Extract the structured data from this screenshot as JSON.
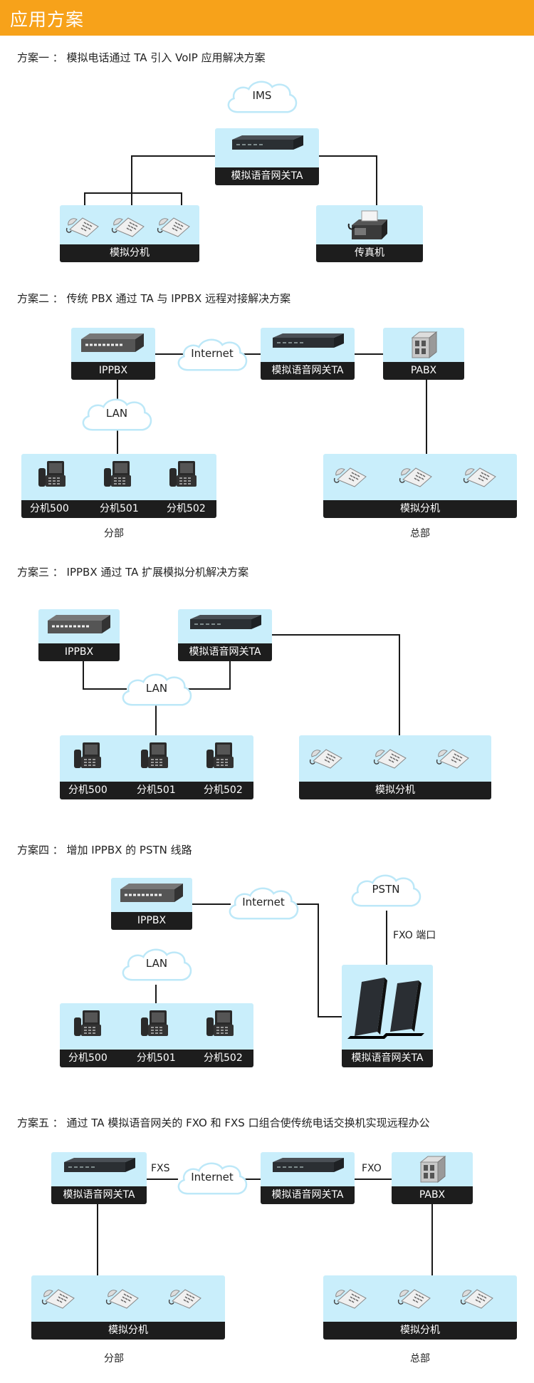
{
  "header": {
    "title": "应用方案"
  },
  "scheme1": {
    "title": "方案一 ： 模拟电话通过 TA 引入 VoIP 应用解决方案",
    "cloud": "IMS",
    "gateway": "模拟语音网关TA",
    "phones": "模拟分机",
    "fax": "传真机"
  },
  "scheme2": {
    "title": "方案二 ： 传统 PBX 通过 TA 与 IPPBX 远程对接解决方案",
    "ippbx": "IPPBX",
    "internet": "Internet",
    "gateway": "模拟语音网关TA",
    "pabx": "PABX",
    "lan": "LAN",
    "ext": [
      "分机500",
      "分机501",
      "分机502"
    ],
    "phones": "模拟分机",
    "branch": "分部",
    "hq": "总部"
  },
  "scheme3": {
    "title": "方案三 ： IPPBX 通过 TA 扩展模拟分机解决方案",
    "ippbx": "IPPBX",
    "gateway": "模拟语音网关TA",
    "lan": "LAN",
    "ext": [
      "分机500",
      "分机501",
      "分机502"
    ],
    "phones": "模拟分机"
  },
  "scheme4": {
    "title": "方案四 ： 增加 IPPBX 的 PSTN 线路",
    "ippbx": "IPPBX",
    "internet": "Internet",
    "pstn": "PSTN",
    "fxo_port": "FXO 端口",
    "lan": "LAN",
    "ext": [
      "分机500",
      "分机501",
      "分机502"
    ],
    "gateway": "模拟语音网关TA"
  },
  "scheme5": {
    "title": "方案五 ： 通过 TA 模拟语音网关的 FXO 和 FXS 口组合使传统电话交换机实现远程办公",
    "gateway_left": "模拟语音网关TA",
    "fxs": "FXS",
    "internet": "Internet",
    "gateway_mid": "模拟语音网关TA",
    "fxo": "FXO",
    "pabx": "PABX",
    "phones_left": "模拟分机",
    "phones_right": "模拟分机",
    "branch": "分部",
    "hq": "总部"
  }
}
